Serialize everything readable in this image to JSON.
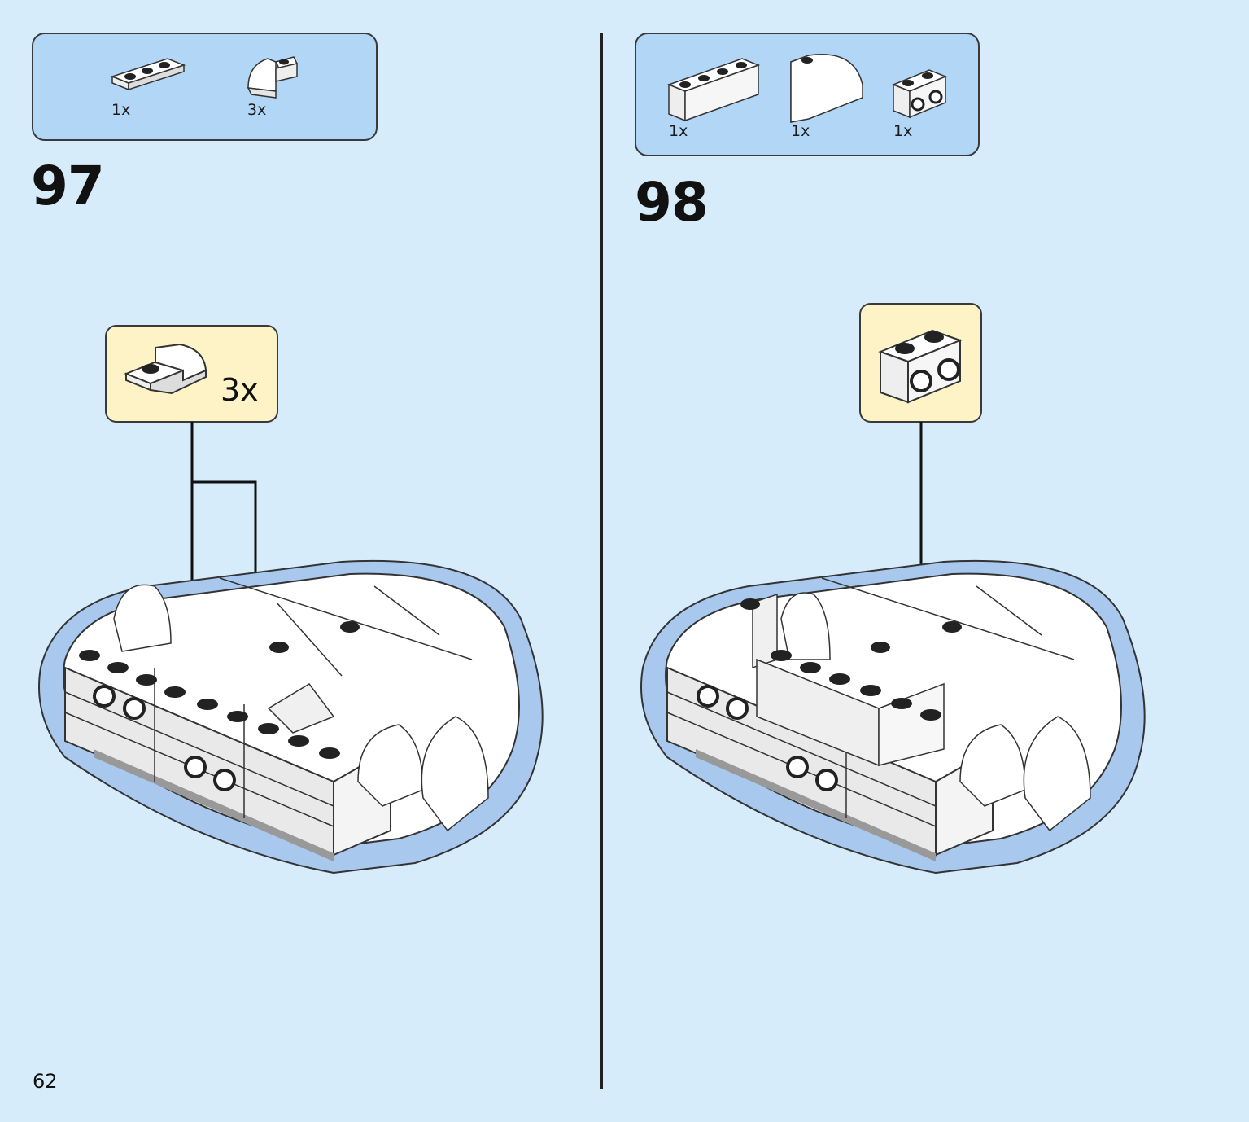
{
  "page": {
    "number": "62"
  },
  "steps": [
    {
      "number": "97",
      "parts": [
        {
          "icon": "plate-1x3-icon",
          "qty": "1x"
        },
        {
          "icon": "curved-slope-plate-icon",
          "qty": "3x"
        }
      ],
      "callout": {
        "icon": "curved-slope-plate-icon",
        "qty": "3x"
      }
    },
    {
      "number": "98",
      "parts": [
        {
          "icon": "brick-1x4-icon",
          "qty": "1x"
        },
        {
          "icon": "curved-brick-icon",
          "qty": "1x"
        },
        {
          "icon": "brick-1x2-side-studs-icon",
          "qty": "1x"
        }
      ],
      "callout": {
        "icon": "brick-1x2-side-studs-icon"
      }
    }
  ],
  "colors": {
    "background": "#d6ecfb",
    "parts_box": "#b2d6f5",
    "callout": "#fdf3c6",
    "base_plate": "#a8c8ee"
  }
}
